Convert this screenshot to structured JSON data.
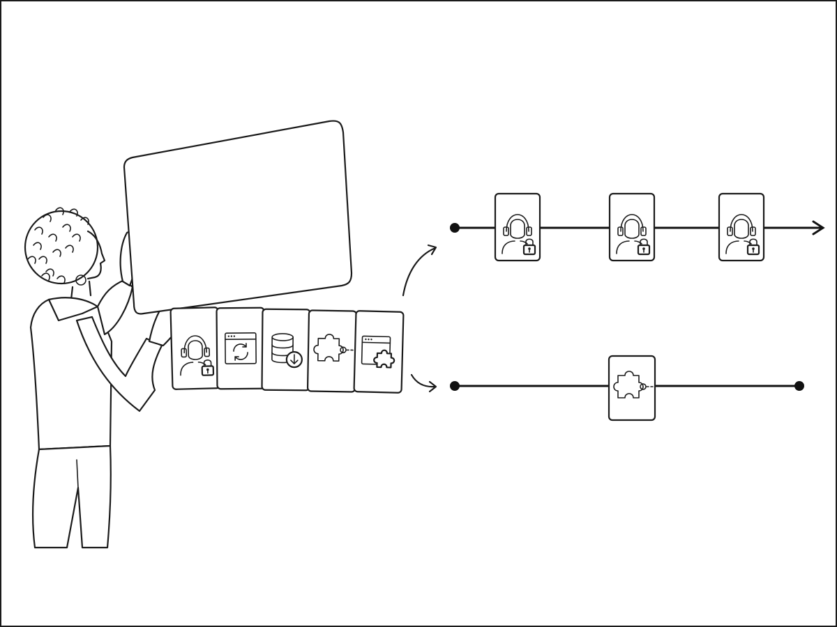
{
  "illustration": {
    "colors": {
      "ink": "#1a1a1a",
      "paper": "#ffffff"
    },
    "card_stack": {
      "icons": [
        "support-agent-lock-icon",
        "browser-refresh-icon",
        "database-download-icon",
        "puzzle-connector-icon",
        "browser-puzzle-icon"
      ]
    },
    "tracks": [
      {
        "name": "top-track",
        "icons": [
          "support-agent-lock-icon",
          "support-agent-lock-icon",
          "support-agent-lock-icon"
        ],
        "ends_with": "arrow"
      },
      {
        "name": "bottom-track",
        "icons": [
          "puzzle-connector-icon"
        ],
        "ends_with": "dot"
      }
    ]
  }
}
